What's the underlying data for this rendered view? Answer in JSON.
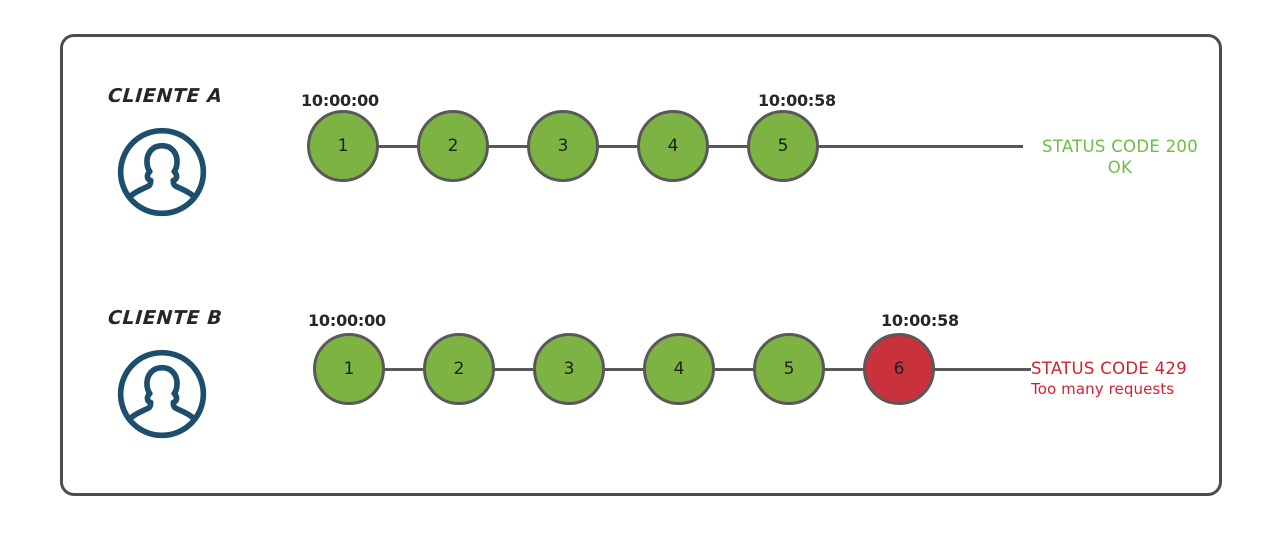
{
  "frame": {
    "border_color": "#4d4d4d"
  },
  "colors": {
    "node_ok": "#7cb342",
    "node_fail": "#c9323d",
    "node_border": "#595959",
    "avatar": "#1d4e6e",
    "status_ok": "#6cbd45",
    "status_fail": "#cf2230",
    "text": "#262626"
  },
  "rows": [
    {
      "id": "a",
      "label": "CLIENTE A",
      "avatar_icon": "user-avatar-icon",
      "start_time": "10:00:00",
      "end_time": "10:00:58",
      "nodes": [
        {
          "n": "1",
          "state": "ok"
        },
        {
          "n": "2",
          "state": "ok"
        },
        {
          "n": "3",
          "state": "ok"
        },
        {
          "n": "4",
          "state": "ok"
        },
        {
          "n": "5",
          "state": "ok"
        }
      ],
      "status": {
        "line1": "STATUS CODE 200",
        "line2": "OK",
        "color": "#6cbd45"
      }
    },
    {
      "id": "b",
      "label": "CLIENTE B",
      "avatar_icon": "user-avatar-icon",
      "start_time": "10:00:00",
      "end_time": "10:00:58",
      "nodes": [
        {
          "n": "1",
          "state": "ok"
        },
        {
          "n": "2",
          "state": "ok"
        },
        {
          "n": "3",
          "state": "ok"
        },
        {
          "n": "4",
          "state": "ok"
        },
        {
          "n": "5",
          "state": "ok"
        },
        {
          "n": "6",
          "state": "fail"
        }
      ],
      "status": {
        "line1": "STATUS CODE 429",
        "line2": "Too many requests",
        "color": "#cf2230"
      }
    }
  ]
}
